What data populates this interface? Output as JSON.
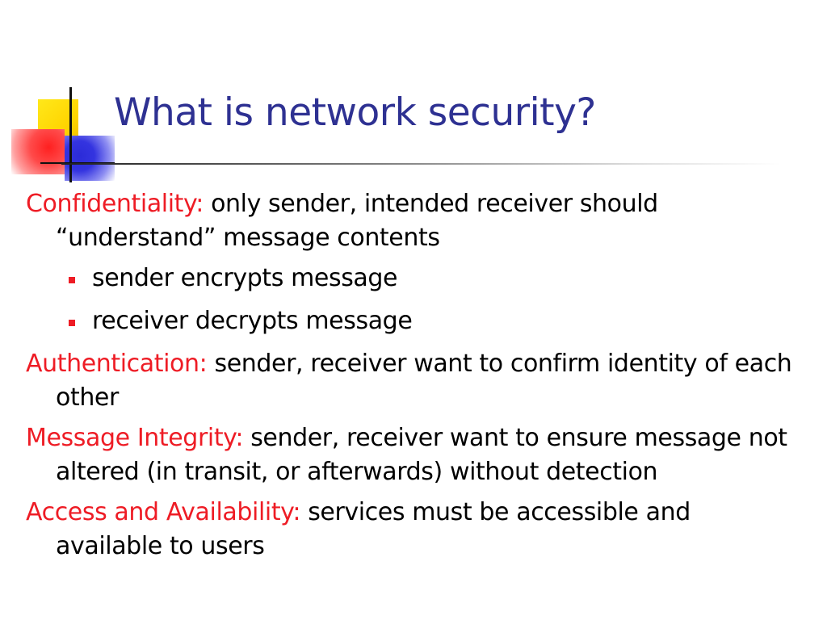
{
  "slide": {
    "title": "What is network security?",
    "items": [
      {
        "term": "Confidentiality:",
        "text": "only sender, intended receiver should “understand” message contents",
        "bullets": [
          "sender encrypts message",
          "receiver decrypts message"
        ]
      },
      {
        "term": "Authentication:",
        "text": "sender, receiver want to confirm identity of each other"
      },
      {
        "term": "Message Integrity:",
        "text": "sender, receiver want to ensure message not altered (in transit, or afterwards) without detection"
      },
      {
        "term": "Access and Availability:",
        "text": "services must be accessible and available to users"
      }
    ]
  },
  "colors": {
    "title": "#2e3192",
    "term": "#ee1c25",
    "bullet": "#ee1c25",
    "body": "#000000"
  }
}
